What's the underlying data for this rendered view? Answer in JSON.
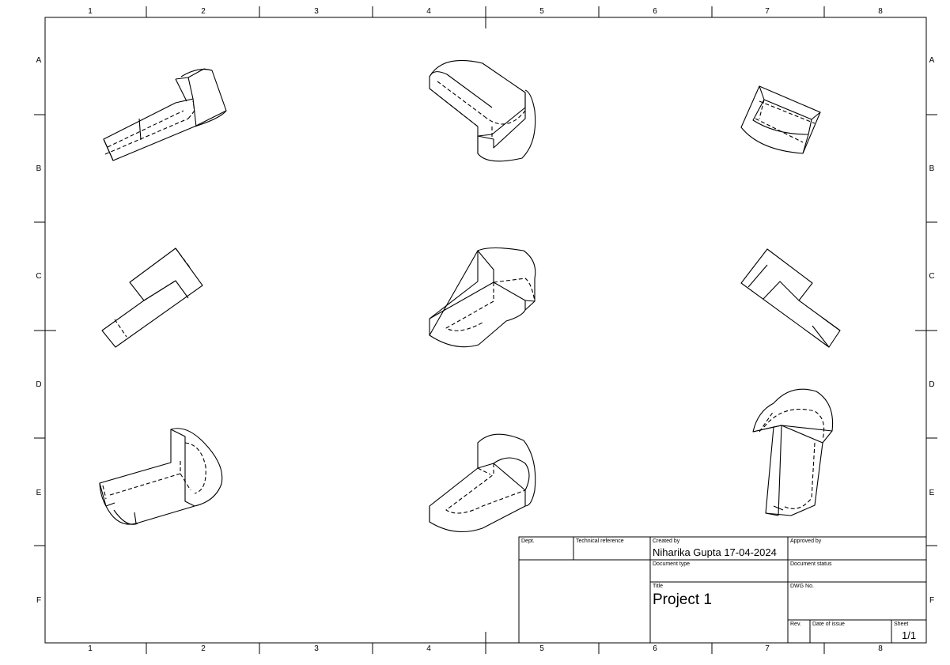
{
  "zones": {
    "columns": [
      "1",
      "2",
      "3",
      "4",
      "5",
      "6",
      "7",
      "8"
    ],
    "rows": [
      "A",
      "B",
      "C",
      "D",
      "E",
      "F"
    ]
  },
  "views": [
    "view-top-left",
    "view-top-center",
    "view-top-right",
    "view-mid-left",
    "view-mid-center",
    "view-mid-right",
    "view-bottom-left",
    "view-bottom-center",
    "view-bottom-right"
  ],
  "title_block": {
    "dept_label": "Dept.",
    "technical_reference_label": "Technical reference",
    "created_by_label": "Created by",
    "created_by_value": "Niharika Gupta 17-04-2024",
    "approved_by_label": "Approved by",
    "document_type_label": "Document type",
    "document_status_label": "Document status",
    "title_label": "Title",
    "title_value": "Project 1",
    "dwg_no_label": "DWG No.",
    "rev_label": "Rev.",
    "date_of_issue_label": "Date of issue",
    "sheet_label": "Sheet",
    "sheet_value": "1/1"
  }
}
